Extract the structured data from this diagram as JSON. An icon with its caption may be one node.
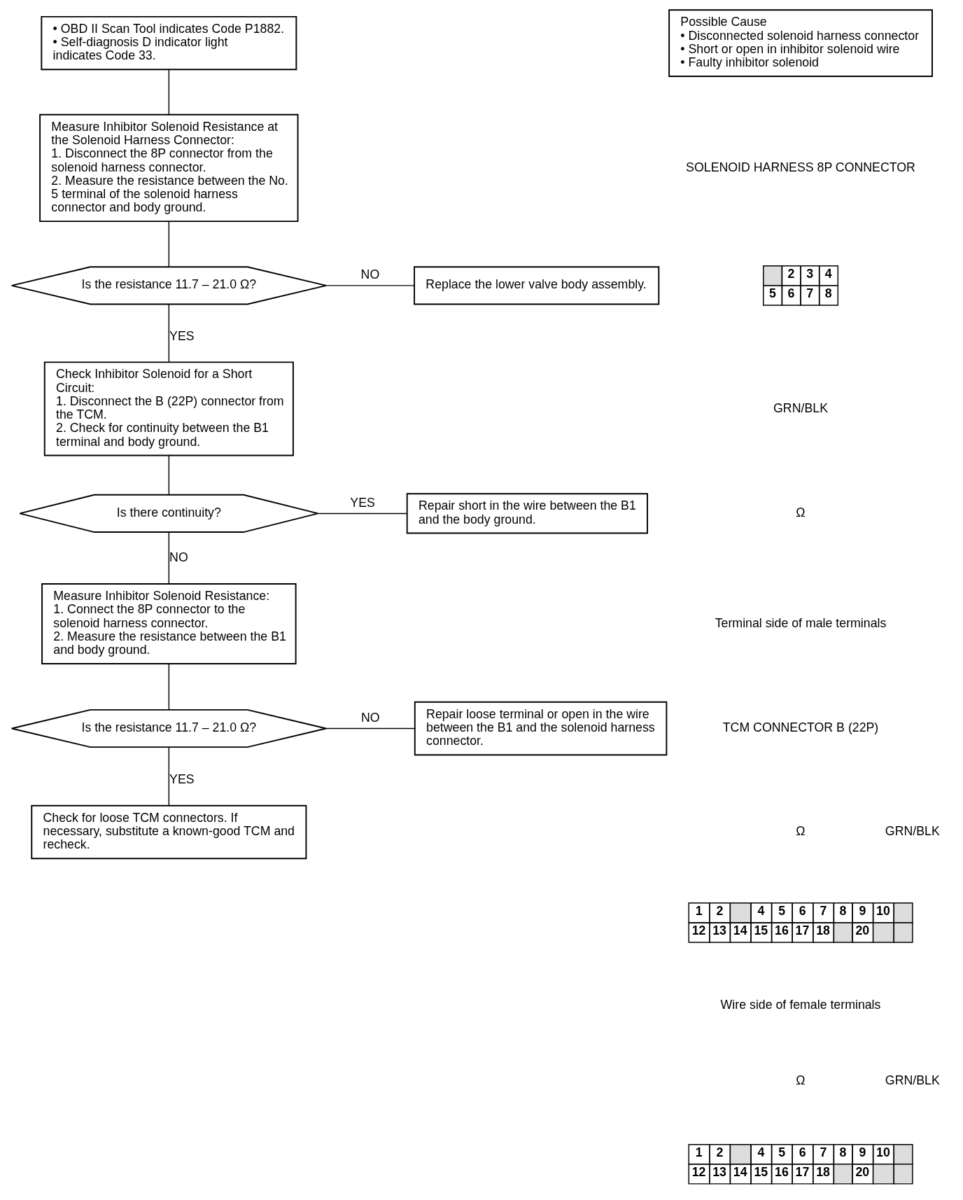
{
  "diagram": {
    "nodes": [
      {
        "text": [
          "• OBD II Scan Tool indicates Code P1882.",
          "• Self-diagnosis D indicator light indicates Code 33."
        ]
      },
      {
        "text": [
          "Possible Cause",
          "• Disconnected solenoid harness connector",
          "• Short or open in inhibitor solenoid wire",
          "• Faulty inhibitor solenoid"
        ]
      },
      {
        "text": [
          "Measure Inhibitor Solenoid Resistance at the Solenoid Harness Connector:",
          "1. Disconnect the 8P connector from the solenoid harness connector.",
          "2. Measure the resistance between the No. 5 terminal of the solenoid harness connector and body ground."
        ]
      },
      {
        "text": [
          "Is the resistance 11.7 – 21.0 Ω?"
        ]
      },
      {
        "text": [
          "Replace the lower valve body assembly."
        ]
      },
      {
        "text": [
          "Check Inhibitor Solenoid for a Short Circuit:",
          "1. Disconnect the B (22P) connector from the TCM.",
          "2. Check for continuity between the B1 terminal and body ground."
        ]
      },
      {
        "text": [
          "Is there continuity?"
        ]
      },
      {
        "text": [
          "Repair short in the wire between the B1 and the body ground."
        ]
      },
      {
        "text": [
          "Measure Inhibitor Solenoid Resistance:",
          "1. Connect the 8P connector to the solenoid harness connector.",
          "2. Measure the resistance between the B1 and body ground."
        ]
      },
      {
        "text": [
          "Is the resistance 11.7 – 21.0 Ω?"
        ]
      },
      {
        "text": [
          "Repair loose terminal or open in the wire between the B1 and the solenoid harness connector."
        ]
      },
      {
        "text": [
          "Check for loose TCM connectors. If necessary, substitute a known-good TCM and recheck."
        ]
      }
    ],
    "edges": [
      {
        "from": 0,
        "to": 2,
        "arrow": "none"
      },
      {
        "from": 2,
        "to": 3,
        "arrow": "none"
      },
      {
        "from": 3,
        "to": 4,
        "arrow": "none",
        "label": "NO"
      },
      {
        "from": 3,
        "to": 5,
        "arrow": "none",
        "label": "YES"
      },
      {
        "from": 5,
        "to": 6,
        "arrow": "none"
      },
      {
        "from": 6,
        "to": 7,
        "arrow": "none",
        "label": "YES"
      },
      {
        "from": 6,
        "to": 8,
        "arrow": "none",
        "label": "NO"
      },
      {
        "from": 8,
        "to": 9,
        "arrow": "none"
      },
      {
        "from": 9,
        "to": 10,
        "arrow": "none",
        "label": "NO"
      },
      {
        "from": 9,
        "to": 11,
        "arrow": "none",
        "label": "YES"
      }
    ],
    "labels": [
      "SOLENOID HARNESS 8P CONNECTOR",
      "2",
      "3",
      "4",
      "5",
      "6",
      "7",
      "8",
      "GRN/BLK",
      "Ω",
      "Terminal side of male terminals",
      "TCM CONNECTOR B (22P)",
      "Ω",
      "GRN/BLK",
      "1",
      "2",
      "4",
      "5",
      "6",
      "7",
      "8",
      "9",
      "10",
      "12",
      "13",
      "14",
      "15",
      "16",
      "17",
      "18",
      "20",
      "Wire side of female terminals",
      "Ω",
      "GRN/BLK",
      "1",
      "2",
      "4",
      "5",
      "6",
      "7",
      "8",
      "9",
      "10",
      "12",
      "13",
      "14",
      "15",
      "16",
      "17",
      "18",
      "20"
    ]
  }
}
